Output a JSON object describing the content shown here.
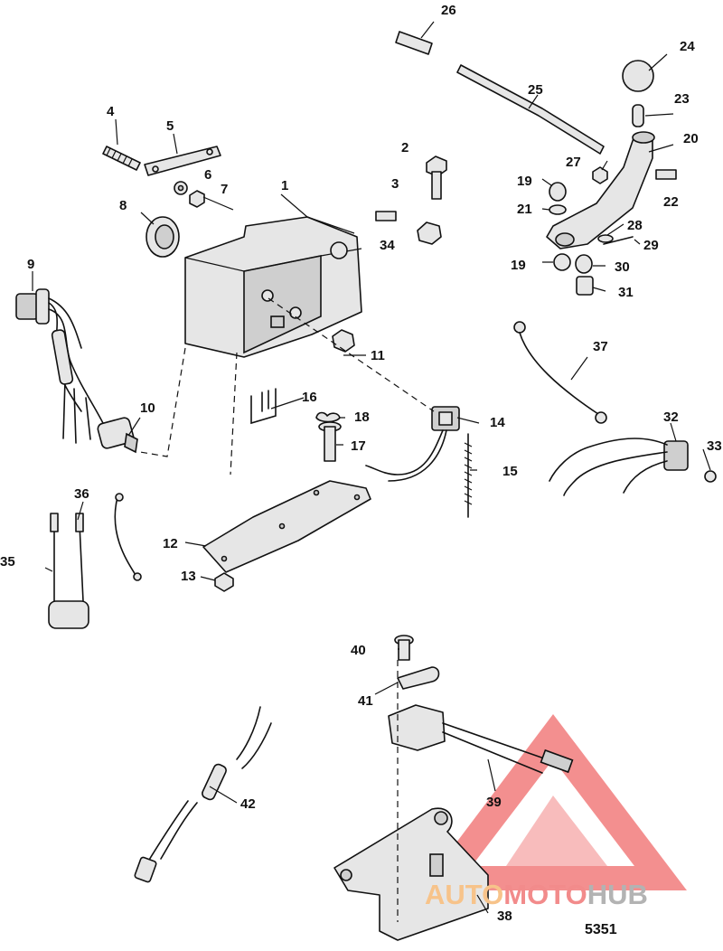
{
  "callouts": [
    {
      "id": "1",
      "text": "1"
    },
    {
      "id": "2",
      "text": "2"
    },
    {
      "id": "3",
      "text": "3"
    },
    {
      "id": "4",
      "text": "4"
    },
    {
      "id": "5",
      "text": "5"
    },
    {
      "id": "6",
      "text": "6"
    },
    {
      "id": "7",
      "text": "7"
    },
    {
      "id": "8",
      "text": "8"
    },
    {
      "id": "9",
      "text": "9"
    },
    {
      "id": "10",
      "text": "10"
    },
    {
      "id": "11",
      "text": "11"
    },
    {
      "id": "12",
      "text": "12"
    },
    {
      "id": "13",
      "text": "13"
    },
    {
      "id": "14",
      "text": "14"
    },
    {
      "id": "15",
      "text": "15"
    },
    {
      "id": "16",
      "text": "16"
    },
    {
      "id": "17",
      "text": "17"
    },
    {
      "id": "18",
      "text": "18"
    },
    {
      "id": "19a",
      "text": "19"
    },
    {
      "id": "19b",
      "text": "19"
    },
    {
      "id": "20",
      "text": "20"
    },
    {
      "id": "21",
      "text": "21"
    },
    {
      "id": "22",
      "text": "22"
    },
    {
      "id": "23",
      "text": "23"
    },
    {
      "id": "24",
      "text": "24"
    },
    {
      "id": "25",
      "text": "25"
    },
    {
      "id": "26",
      "text": "26"
    },
    {
      "id": "27",
      "text": "27"
    },
    {
      "id": "28",
      "text": "28"
    },
    {
      "id": "29",
      "text": "29"
    },
    {
      "id": "30",
      "text": "30"
    },
    {
      "id": "31",
      "text": "31"
    },
    {
      "id": "32",
      "text": "32"
    },
    {
      "id": "33",
      "text": "33"
    },
    {
      "id": "34",
      "text": "34"
    },
    {
      "id": "35",
      "text": "35"
    },
    {
      "id": "36",
      "text": "36"
    },
    {
      "id": "37",
      "text": "37"
    },
    {
      "id": "38",
      "text": "38"
    },
    {
      "id": "39",
      "text": "39"
    },
    {
      "id": "40",
      "text": "40"
    },
    {
      "id": "41",
      "text": "41"
    },
    {
      "id": "42",
      "text": "42"
    }
  ],
  "diagram_code": "5351",
  "watermark": {
    "part1": "AUTO",
    "part2": "MOTO",
    "part3": "HUB",
    "color1": "#f7c38a",
    "color2": "#f28b8b",
    "color3": "#b3b3b3",
    "logo_color": "#f06a6a"
  }
}
